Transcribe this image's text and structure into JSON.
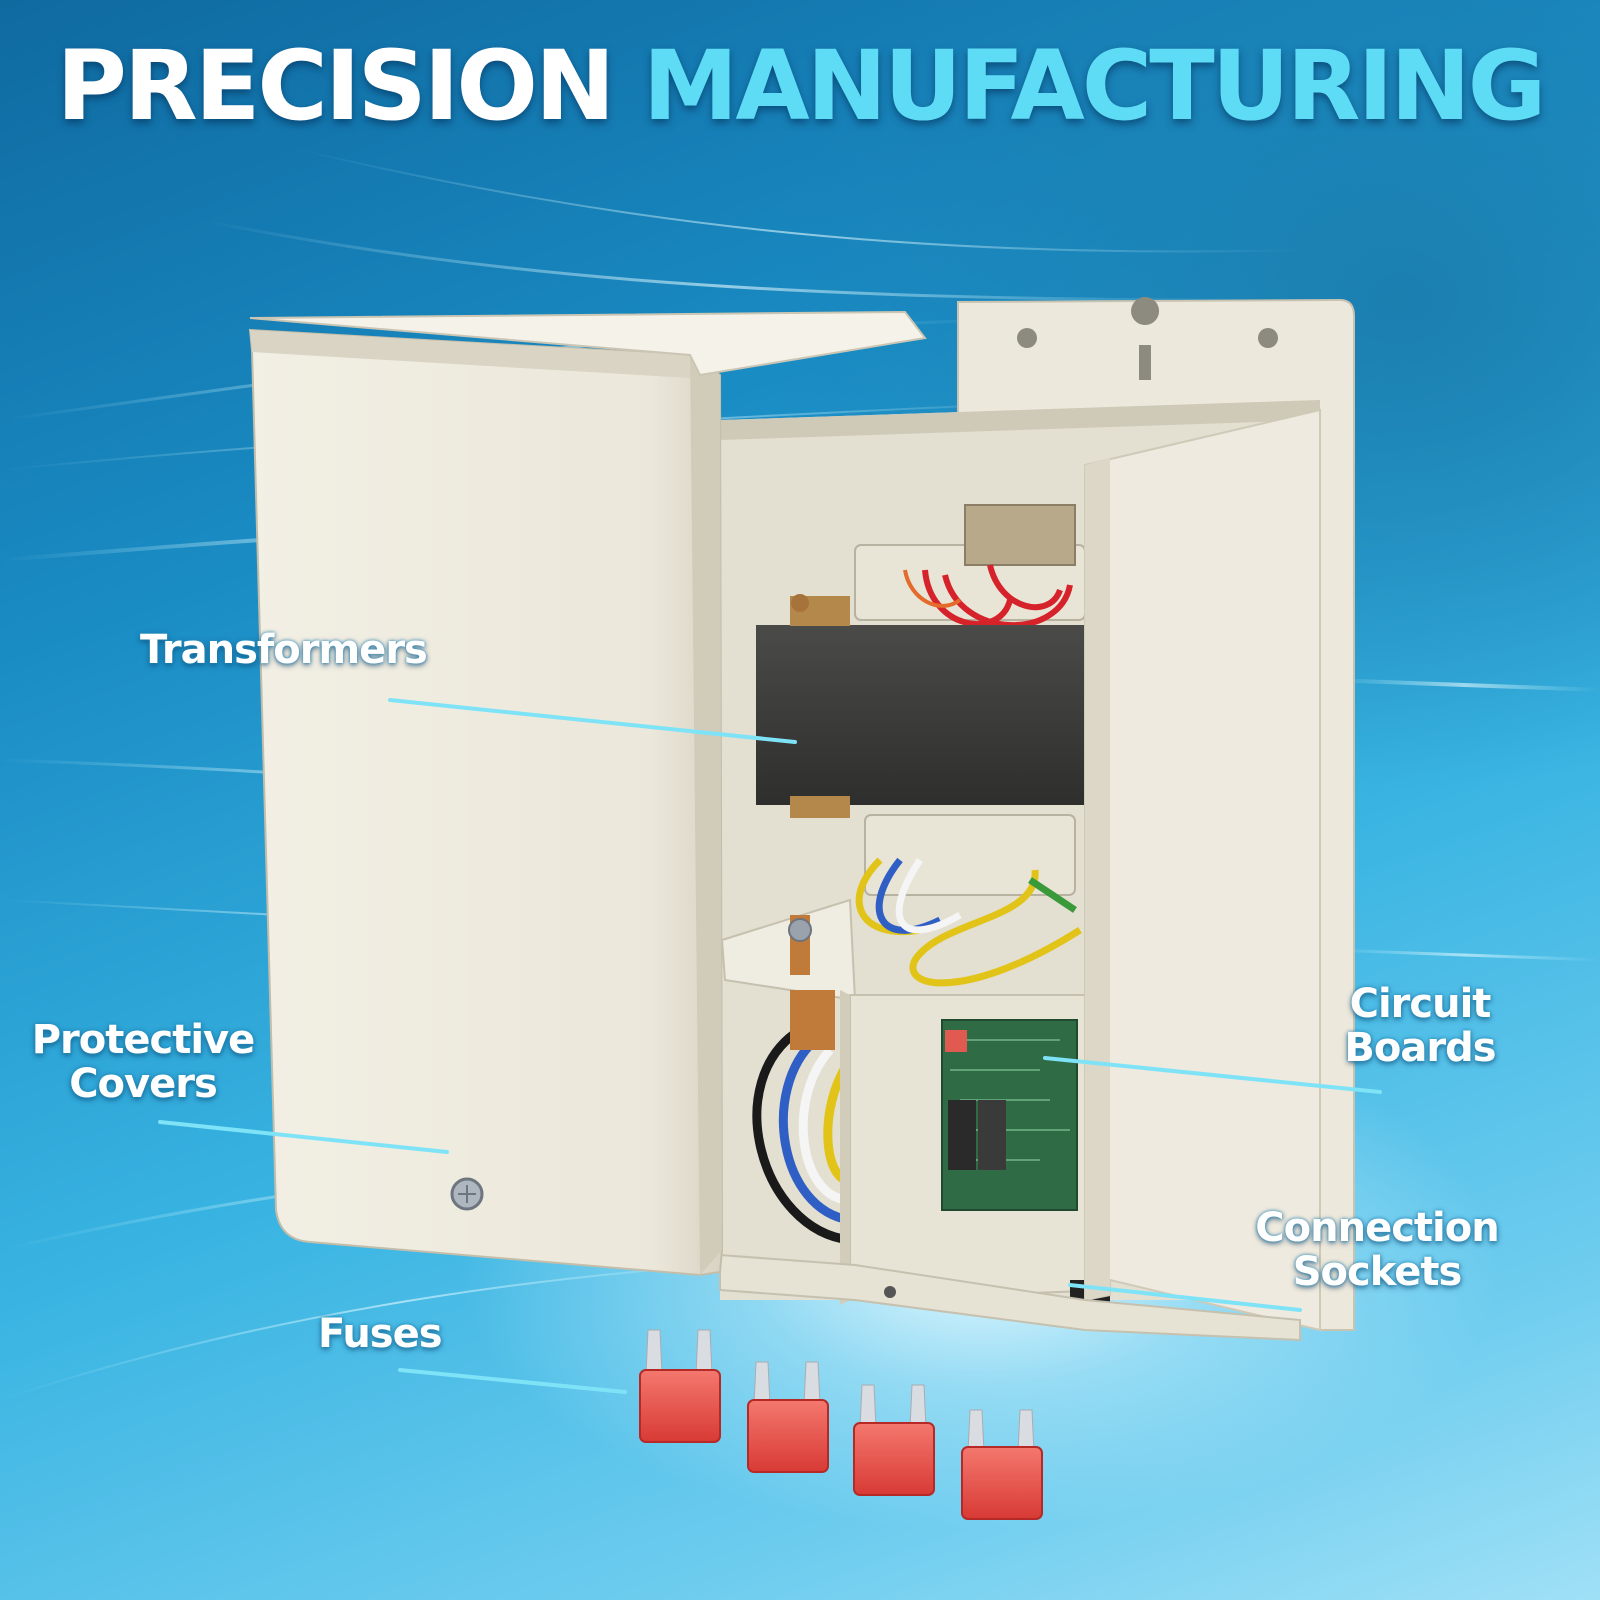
{
  "headline": {
    "word1": "PRECISION",
    "word2": "MANUFACTURING"
  },
  "callouts": {
    "transformers": "Transformers",
    "protective_covers_line1": "Protective",
    "protective_covers_line2": "Covers",
    "circuit_boards_line1": "Circuit",
    "circuit_boards_line2": "Boards",
    "connection_sockets_line1": "Connection",
    "connection_sockets_line2": "Sockets",
    "fuses": "Fuses"
  },
  "colors": {
    "accent": "#5fdcf5",
    "background": "#1a8cc4",
    "housing": "#ebe6d6",
    "fuse": "#e94f4a"
  }
}
